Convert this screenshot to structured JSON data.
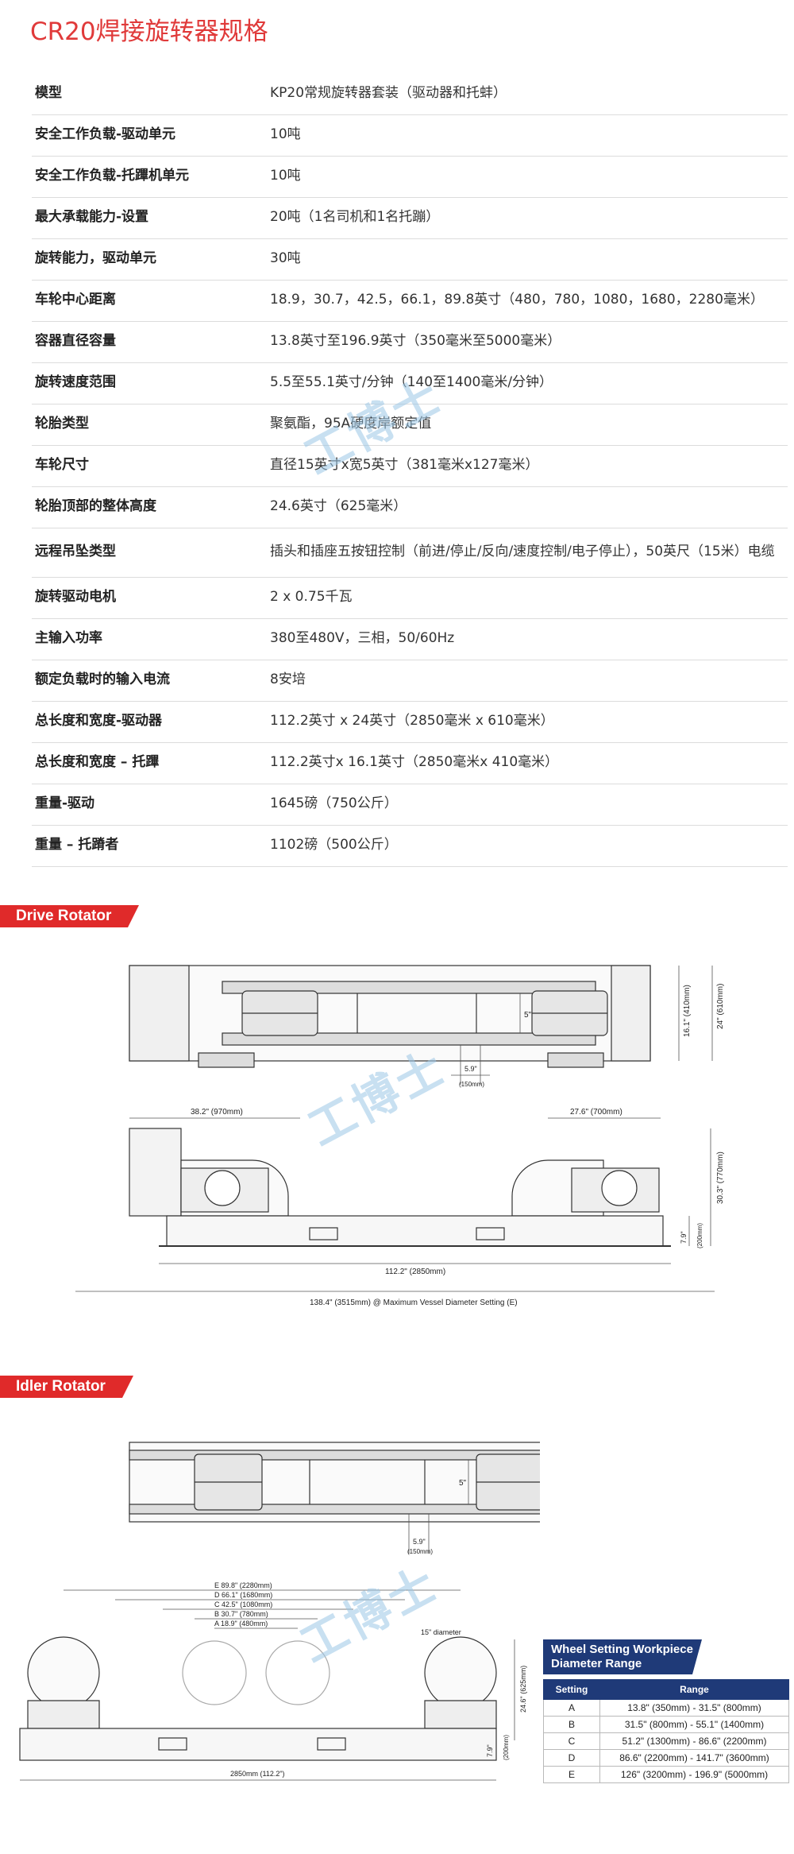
{
  "title": "CR20焊接旋转器规格",
  "specs": [
    {
      "label": "模型",
      "value": "KP20常规旋转器套装（驱动器和托蚌）"
    },
    {
      "label": "安全工作负载-驱动单元",
      "value": "10吨"
    },
    {
      "label": "安全工作负载-托蹕机单元",
      "value": "10吨"
    },
    {
      "label": "最大承载能力-设置",
      "value": "20吨（1名司机和1名托蹦）"
    },
    {
      "label": "旋转能力，驱动单元",
      "value": "30吨"
    },
    {
      "label": "车轮中心距离",
      "value": "18.9，30.7，42.5，66.1，89.8英寸（480，780，1080，1680，2280毫米）"
    },
    {
      "label": "容器直径容量",
      "value": "13.8英寸至196.9英寸（350毫米至5000毫米）"
    },
    {
      "label": "旋转速度范围",
      "value": "5.5至55.1英寸/分钟（140至1400毫米/分钟）"
    },
    {
      "label": "轮胎类型",
      "value": "聚氨酯，95A硬度岸额定值"
    },
    {
      "label": "车轮尺寸",
      "value": "直径15英寸x宽5英寸（381毫米x127毫米）"
    },
    {
      "label": "轮胎顶部的整体高度",
      "value": "24.6英寸（625毫米）"
    },
    {
      "label": "远程吊坠类型",
      "value": "插头和插座五按钮控制（前进/停止/反向/速度控制/电子停止），50英尺（15米）电缆"
    },
    {
      "label": "旋转驱动电机",
      "value": "2 x 0.75千瓦"
    },
    {
      "label": "主输入功率",
      "value": "380至480V，三相，50/60Hz"
    },
    {
      "label": "额定负载时的输入电流",
      "value": "8安培"
    },
    {
      "label": "总长度和宽度-驱动器",
      "value": "112.2英寸 x 24英寸（2850毫米 x 610毫米）"
    },
    {
      "label": "总长度和宽度 – 托蹕",
      "value": "112.2英寸x 16.1英寸（2850毫米x 410毫米）"
    },
    {
      "label": "重量-驱动",
      "value": "1645磅（750公斤）"
    },
    {
      "label": "重量 – 托蹐者",
      "value": "1102磅（500公斤）"
    }
  ],
  "drive": {
    "banner": "Drive Rotator",
    "dim_5in": "5\"",
    "dim_59": "5.9\"",
    "dim_150": "(150mm)",
    "dim_161": "16.1\" (410mm)",
    "dim_24": "24\" (610mm)",
    "dim_382": "38.2\" (970mm)",
    "dim_276": "27.6\" (700mm)",
    "dim_303": "30.3\" (770mm)",
    "dim_79": "7.9\"",
    "dim_200": "(200mm)",
    "dim_1122": "112.2\" (2850mm)",
    "dim_1384": "138.4\" (3515mm) @ Maximum Vessel Diameter Setting (E)"
  },
  "idler": {
    "banner": "Idler Rotator",
    "dim_5in": "5\"",
    "dim_59": "5.9\"",
    "dim_150": "(150mm)",
    "dim_E": "E   89.8\" (2280mm)",
    "dim_D": "D   66.1\" (1680mm)",
    "dim_C": "C   42.5\" (1080mm)",
    "dim_B": "B   30.7\" (780mm)",
    "dim_A": "A   18.9\" (480mm)",
    "dim_15": "15\" diameter",
    "dim_246": "24.6\" (625mm)",
    "dim_79": "7.9\"",
    "dim_200": "(200mm)",
    "dim_2850": "2850mm (112.2\")"
  },
  "range": {
    "heading_line1": "Wheel Setting Workpiece",
    "heading_line2": "Diameter Range",
    "col_setting": "Setting",
    "col_range": "Range",
    "rows": [
      {
        "setting": "A",
        "range": "13.8\" (350mm) - 31.5\" (800mm)"
      },
      {
        "setting": "B",
        "range": "31.5\" (800mm) - 55.1\" (1400mm)"
      },
      {
        "setting": "C",
        "range": "51.2\" (1300mm) - 86.6\" (2200mm)"
      },
      {
        "setting": "D",
        "range": "86.6\" (2200mm) - 141.7\" (3600mm)"
      },
      {
        "setting": "E",
        "range": "126\" (3200mm) - 196.9\" (5000mm)"
      }
    ]
  },
  "watermark": "工博士"
}
